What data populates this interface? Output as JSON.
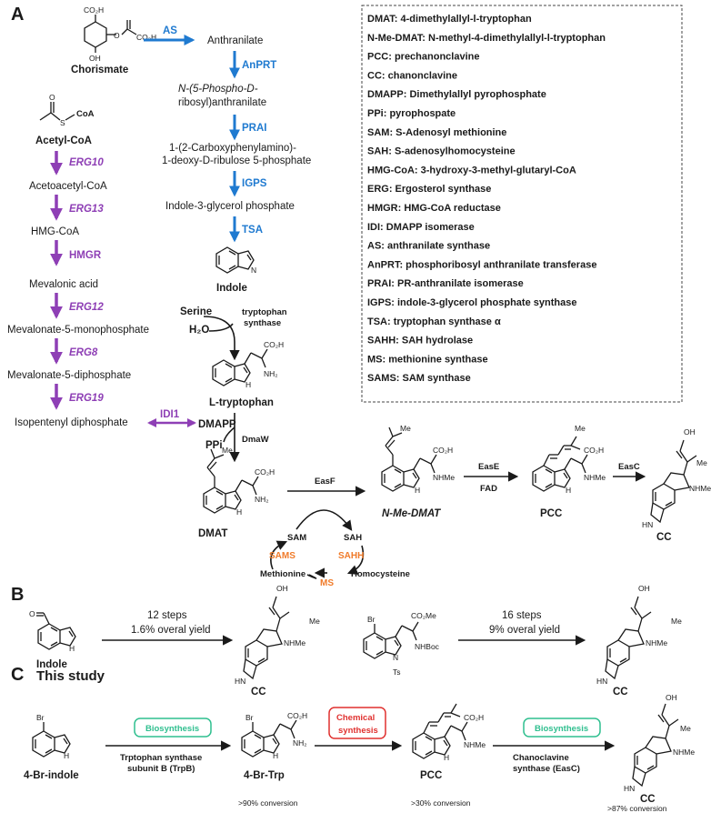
{
  "panels": {
    "a": "A",
    "b": "B",
    "c": "C"
  },
  "chorismate": {
    "label": "Chorismate",
    "co2h_top": "CO₂H",
    "co2h_side": "CO₂H",
    "oh": "OH"
  },
  "acetylcoa": {
    "label": "Acetyl-CoA",
    "coa": "CoA",
    "o": "O",
    "s": "S"
  },
  "trp_pathway": {
    "as_enzyme": "AS",
    "anthranilate": "Anthranilate",
    "anprt": "AnPRT",
    "prpa_1": "N-(5-Phospho-D-",
    "prpa_2": "ribosyl)anthranilate",
    "prai": "PRAI",
    "cdrp_1": "1-(2-Carboxyphenylamino)-",
    "cdrp_2": "1-deoxy-D-ribulose 5-phosphate",
    "igps": "IGPS",
    "igp": "Indole-3-glycerol phosphate",
    "tsa": "TSA",
    "indole": "Indole",
    "serine": "Serine",
    "h2o": "H₂O",
    "trp_synthase_1": "tryptophan",
    "trp_synthase_2": "synthase",
    "ltrp": "L-tryptophan"
  },
  "mva_pathway": {
    "erg10": "ERG10",
    "acetoacetyl": "Acetoacetyl-CoA",
    "erg13": "ERG13",
    "hmgcoa": "HMG-CoA",
    "hmgr": "HMGR",
    "mevalonic": "Mevalonic acid",
    "erg12": "ERG12",
    "mvp": "Mevalonate-5-monophosphate",
    "erg8": "ERG8",
    "mvpp": "Mevalonate-5-diphosphate",
    "erg19": "ERG19",
    "ipp": "Isopentenyl diphosphate",
    "idi1": "IDI1"
  },
  "ergot": {
    "dmapp": "DMAPP",
    "ppi": "PPi",
    "dmaw": "DmaW",
    "dmat": "DMAT",
    "easf": "EasF",
    "nme_dmat": "N-Me-DMAT",
    "ease": "EasE",
    "fad": "FAD",
    "pcc": "PCC",
    "easc": "EasC",
    "cc": "CC",
    "sam": "SAM",
    "sah": "SAH",
    "sams": "SAMS",
    "sahh": "SAHH",
    "ms": "MS",
    "methionine": "Methionine",
    "homocysteine": "Homocysteine"
  },
  "chem": {
    "co2h": "CO₂H",
    "nh2": "NH₂",
    "nhme": "NHMe",
    "nh": "H",
    "n": "N",
    "oh": "OH",
    "me": "Me",
    "hn": "HN",
    "br": "Br",
    "co2me": "CO₂Me",
    "nhboc": "NHBoc",
    "ts": "Ts",
    "o": "O"
  },
  "legend": [
    "DMAT: 4-dimethylallyl-l-tryptophan",
    "N-Me-DMAT: N-methyl-4-dimethylallyl-l-tryptophan",
    "PCC: prechanonclavine",
    "CC: chanonclavine",
    "DMAPP: Dimethylallyl pyrophosphate",
    "PPi: pyrophospate",
    "SAM: S-Adenosyl methionine",
    "SAH: S-adenosylhomocysteine",
    "HMG-CoA: 3-hydroxy-3-methyl-glutaryl-CoA",
    "ERG: Ergosterol synthase",
    "HMGR: HMG-CoA reductase",
    "IDI: DMAPP isomerase",
    "AS: anthranilate synthase",
    "AnPRT: phosphoribosyl anthranilate transferase",
    "PRAI: PR-anthranilate isomerase",
    "IGPS: indole-3-glycerol phosphate synthase",
    "TSA: tryptophan synthase α",
    "SAHH: SAH hydrolase",
    "MS: methionine synthase",
    "SAMS: SAM synthase"
  ],
  "panel_b": {
    "indole": "Indole",
    "steps1": "12 steps",
    "yield1": "1.6% overal yield",
    "cc1": "CC",
    "steps2": "16 steps",
    "yield2": "9% overal yield",
    "cc2": "CC"
  },
  "panel_c": {
    "title": "This study",
    "start": "4-Br-indole",
    "bio1": "Biosynthesis",
    "trpb_1": "Trptophan synthase",
    "trpb_2": "subunit B (TrpB)",
    "brtrp": "4-Br-Trp",
    "conv1": ">90% conversion",
    "chem_1": "Chemical",
    "chem_2": "synthesis",
    "pcc": "PCC",
    "conv2": ">30% conversion",
    "bio2": "Biosynthesis",
    "easc_1": "Chanoclavine",
    "easc_2": "synthase (EasC)",
    "cc": "CC",
    "conv3": ">87% conversion"
  },
  "colors": {
    "blue": "#1f7ad0",
    "purple": "#8e3fb5",
    "orange": "#f07b2a",
    "green": "#2fbf8f",
    "red": "#e0312f"
  }
}
